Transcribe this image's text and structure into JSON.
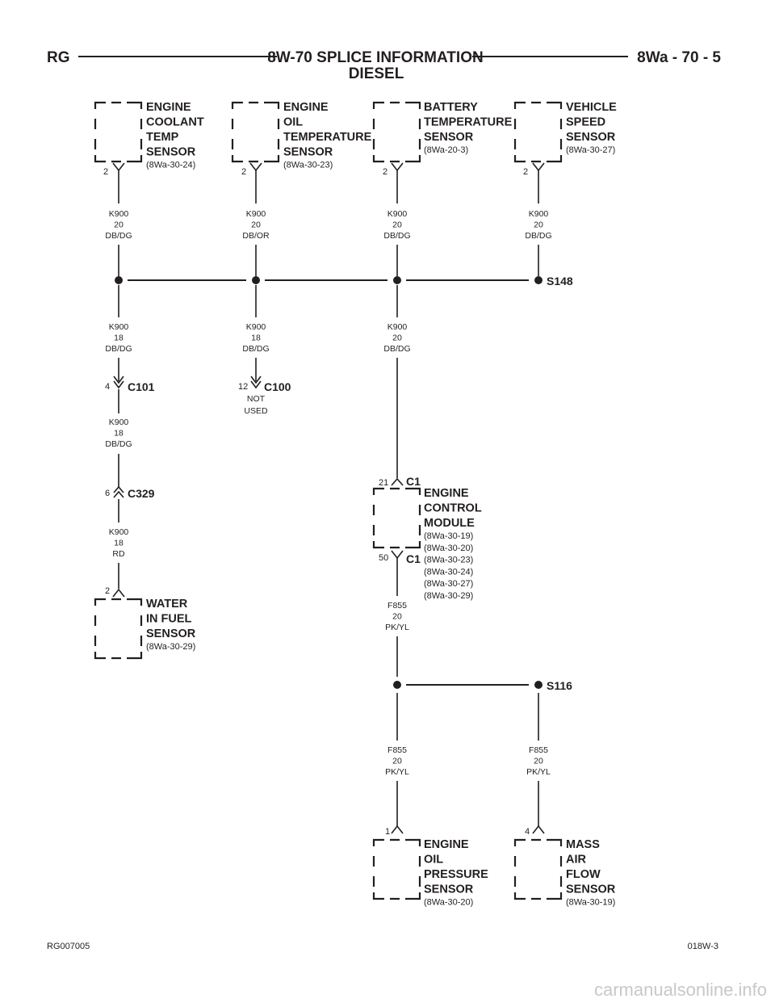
{
  "header": {
    "left": "RG",
    "title_line1": "8W-70 SPLICE INFORMATION",
    "title_line2": "DIESEL",
    "right": "8Wa - 70 - 5"
  },
  "components": {
    "ect": {
      "lines": [
        "ENGINE",
        "COOLANT",
        "TEMP",
        "SENSOR"
      ],
      "ref": "(8Wa-30-24)",
      "pin": "2"
    },
    "eot": {
      "lines": [
        "ENGINE",
        "OIL",
        "TEMPERATURE",
        "SENSOR"
      ],
      "ref": "(8Wa-30-23)",
      "pin": "2"
    },
    "bts": {
      "lines": [
        "BATTERY",
        "TEMPERATURE",
        "SENSOR"
      ],
      "ref": "(8Wa-20-3)",
      "pin": "2"
    },
    "vss": {
      "lines": [
        "VEHICLE",
        "SPEED",
        "SENSOR"
      ],
      "ref": "(8Wa-30-27)",
      "pin": "2"
    },
    "wif": {
      "lines": [
        "WATER",
        "IN FUEL",
        "SENSOR"
      ],
      "ref": "(8Wa-30-29)",
      "pin": "2"
    },
    "ecm": {
      "lines": [
        "ENGINE",
        "CONTROL",
        "MODULE"
      ],
      "refs": [
        "(8Wa-30-19)",
        "(8Wa-30-20)",
        "(8Wa-30-23)",
        "(8Wa-30-24)",
        "(8Wa-30-27)",
        "(8Wa-30-29)"
      ],
      "pin_top": "21",
      "conn_top": "C1",
      "pin_bottom": "50",
      "conn_bottom": "C1"
    },
    "eop": {
      "lines": [
        "ENGINE",
        "OIL",
        "PRESSURE",
        "SENSOR"
      ],
      "ref": "(8Wa-30-20)",
      "pin": "1"
    },
    "maf": {
      "lines": [
        "MASS",
        "AIR",
        "FLOW",
        "SENSOR"
      ],
      "ref": "(8Wa-30-19)",
      "pin": "4"
    }
  },
  "wires": {
    "w_ect": [
      "K900",
      "20",
      "DB/DG"
    ],
    "w_eot": [
      "K900",
      "20",
      "DB/OR"
    ],
    "w_bts": [
      "K900",
      "20",
      "DB/DG"
    ],
    "w_vss": [
      "K900",
      "20",
      "DB/DG"
    ],
    "w_c101": [
      "K900",
      "18",
      "DB/DG"
    ],
    "w_c100": [
      "K900",
      "18",
      "DB/DG"
    ],
    "w_ecm_in": [
      "K900",
      "20",
      "DB/DG"
    ],
    "w_c329": [
      "K900",
      "18",
      "DB/DG"
    ],
    "w_wif": [
      "K900",
      "18",
      "RD"
    ],
    "w_ecm_out": [
      "F855",
      "20",
      "PK/YL"
    ],
    "w_eop": [
      "F855",
      "20",
      "PK/YL"
    ],
    "w_maf": [
      "F855",
      "20",
      "PK/YL"
    ]
  },
  "connectors": {
    "c101": {
      "name": "C101",
      "pin": "4"
    },
    "c100": {
      "name": "C100",
      "pin": "12",
      "note": [
        "NOT",
        "USED"
      ]
    },
    "c329": {
      "name": "C329",
      "pin": "6"
    }
  },
  "splices": {
    "s148": "S148",
    "s116": "S116"
  },
  "footer": {
    "left": "RG007005",
    "right": "018W-3"
  },
  "watermark": "carmanualsonline.info"
}
